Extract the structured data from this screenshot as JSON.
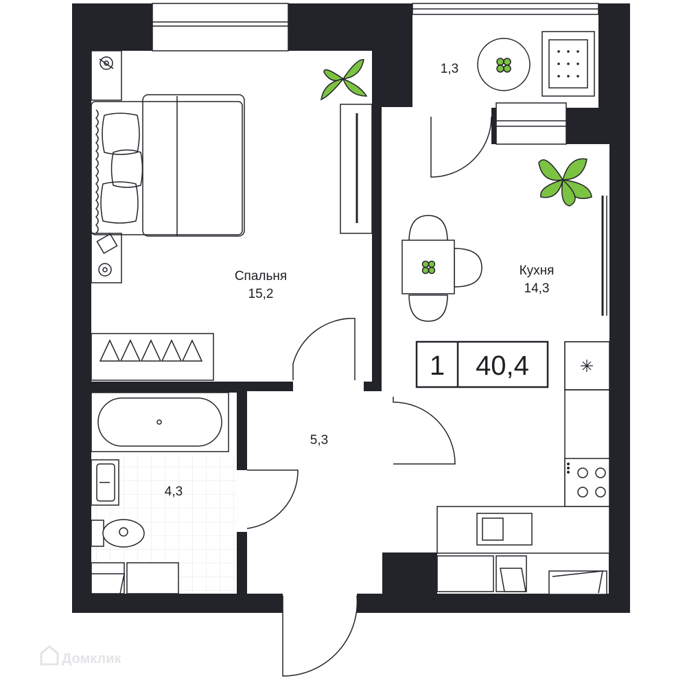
{
  "rooms": {
    "bedroom": {
      "name": "Спальня",
      "area": "15,2"
    },
    "kitchen": {
      "name": "Кухня",
      "area": "14,3"
    },
    "balcony": {
      "area": "1,3"
    },
    "hall": {
      "area": "5,3"
    },
    "bathroom": {
      "area": "4,3"
    }
  },
  "summary": {
    "rooms_count": "1",
    "total_area": "40,4"
  },
  "watermark": {
    "text": "Домклик"
  },
  "colors": {
    "wall": "#23232a",
    "line": "#23232a",
    "plant": "#7cc243",
    "plant_dark": "#3e7d22",
    "tile": "#e9e9ec"
  }
}
